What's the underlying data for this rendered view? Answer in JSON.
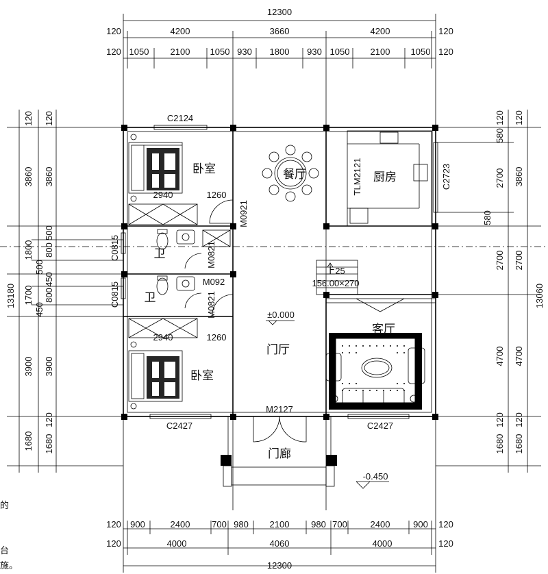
{
  "dims_top": {
    "total": "12300",
    "row2": [
      "120",
      "4200",
      "3660",
      "4200",
      "120"
    ],
    "row3": [
      "120",
      "1050",
      "2100",
      "1050",
      "930",
      "1800",
      "930",
      "1050",
      "2100",
      "1050",
      "120"
    ]
  },
  "dims_bottom": {
    "row1": [
      "120",
      "900",
      "2400",
      "700",
      "980",
      "2100",
      "980",
      "700",
      "2400",
      "900",
      "120"
    ],
    "row2": [
      "120",
      "4000",
      "4060",
      "4000",
      "120"
    ],
    "total": "12300"
  },
  "dims_left": {
    "outer": [
      "120",
      "3860",
      "1800",
      "1700",
      "3900",
      "1680"
    ],
    "total": "13180",
    "inner": [
      "120",
      "3860",
      "500",
      "800",
      "500",
      "800",
      "450",
      "450",
      "3900",
      "120",
      "1680"
    ]
  },
  "dims_right": {
    "inner": [
      "120",
      "580",
      "2700",
      "580",
      "2700",
      "4700",
      "120",
      "1680"
    ],
    "outer": [
      "120",
      "3860",
      "2700",
      "4700",
      "120",
      "1680"
    ],
    "total": "13060"
  },
  "rooms": {
    "bedroom_top": "卧室",
    "bedroom_bottom": "卧室",
    "dining": "餐厅",
    "kitchen": "厨房",
    "bath_1": "卫",
    "bath_2": "卫",
    "hall": "门厅",
    "living": "客厅",
    "porch": "门廊"
  },
  "labels": {
    "c2124": "C2124",
    "c2723": "C2723",
    "tlm2121": "TLM2121",
    "m0921": "M0921",
    "m0821_a": "M0821",
    "m0821_b": "M0821",
    "m092": "M092",
    "c0815_a": "C0815",
    "c0815_b": "C0815",
    "c2427_left": "C2427",
    "c2427_right": "C2427",
    "m2127": "M2127",
    "wardrobe_top": "2940",
    "wardrobe_top_w": "1260",
    "wardrobe_bottom": "2940",
    "wardrobe_bottom_w": "1260",
    "level_main": "±0.000",
    "level_porch": "-0.450",
    "stair_up": "上25",
    "stair_size": "156.00×270"
  },
  "edge_text": {
    "t1": "的",
    "t2": "台",
    "t3": "施。"
  }
}
